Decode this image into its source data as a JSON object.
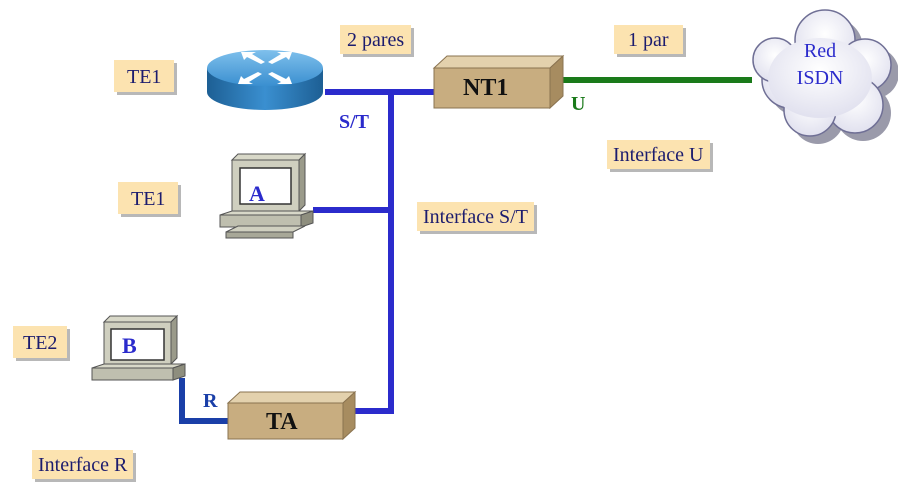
{
  "labels": {
    "te1_router": "TE1",
    "te1_pc": "TE1",
    "te2": "TE2",
    "pares": "2 pares",
    "par": "1 par",
    "interface_u": "Interface U",
    "interface_st": "Interface S/T",
    "interface_r": "Interface R"
  },
  "devices": {
    "nt1": "NT1",
    "ta": "TA",
    "pc_a": "A",
    "pc_b": "B",
    "router_icon": "router-icon",
    "cloud": {
      "line1": "Red",
      "line2": "ISDN"
    }
  },
  "line_labels": {
    "st": "S/T",
    "u": "U",
    "r": "R"
  },
  "colors": {
    "st_line": "#2b2bcc",
    "u_line": "#1a7a1a",
    "r_line": "#1a3fa8",
    "label_bg": "#fce3b0",
    "device_body": "#c8ad80",
    "router": "#2f85c4"
  }
}
